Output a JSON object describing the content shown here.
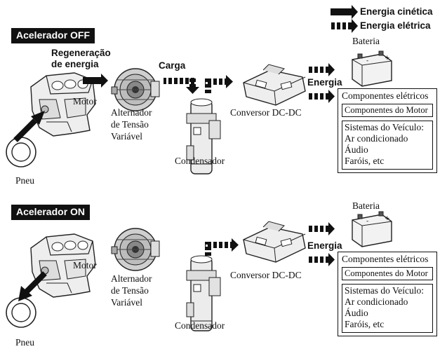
{
  "legend": {
    "kinetic_label": "Energia cinética",
    "electric_label": "Energia elétrica"
  },
  "top": {
    "badge": "Acelerador OFF",
    "regen": [
      "Regeneração",
      "de energia"
    ],
    "carga": "Carga",
    "energia": "Energia",
    "motor": "Motor",
    "alternator": [
      "Alternador",
      "de Tensão",
      "Variável"
    ],
    "capacitor": "Condensador",
    "converter": "Conversor DC-DC",
    "battery": "Bateria",
    "tire": "Pneu",
    "components": {
      "title": "Componentes elétricos",
      "motor_components": "Componentes do Motor",
      "systems": [
        "Sistemas do Veículo:",
        "Ar condicionado",
        "Áudio",
        "Faróis, etc"
      ]
    }
  },
  "bottom": {
    "badge": "Acelerador ON",
    "energia": "Energia",
    "motor": "Motor",
    "alternator": [
      "Alternador",
      "de Tensão",
      "Variável"
    ],
    "capacitor": "Condensador",
    "converter": "Conversor DC-DC",
    "battery": "Bateria",
    "tire": "Pneu",
    "components": {
      "title": "Componentes elétricos",
      "motor_components": "Componentes do Motor",
      "systems": [
        "Sistemas do Veículo:",
        "Ar condicionado",
        "Áudio",
        "Faróis, etc"
      ]
    }
  }
}
